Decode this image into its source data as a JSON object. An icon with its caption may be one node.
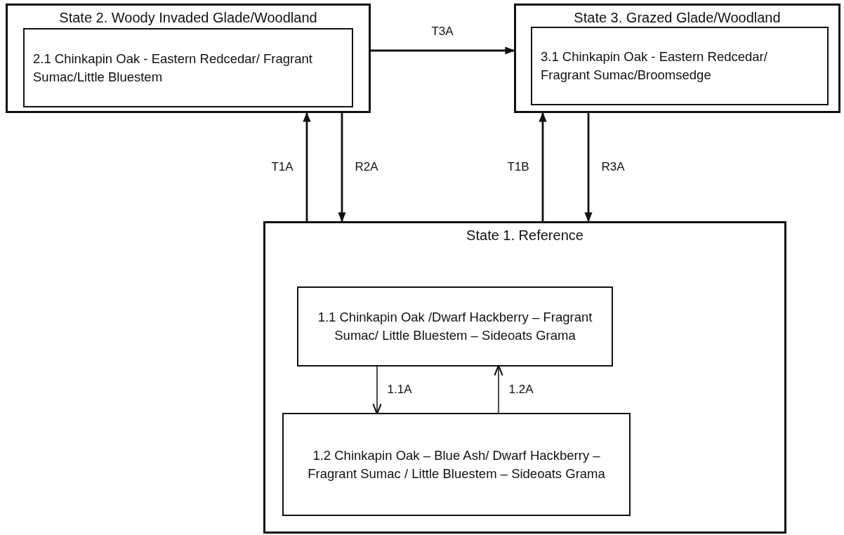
{
  "diagram": {
    "nodes": [
      {
        "text": [
          "State 2. Woody Invaded Glade/Woodland"
        ]
      },
      {
        "text": [
          "2.1 Chinkapin Oak - Eastern Redcedar/ Fragrant Sumac/Little Bluestem"
        ],
        "in": 0
      },
      {
        "text": [
          "State 3. Grazed Glade/Woodland"
        ]
      },
      {
        "text": [
          "3.1 Chinkapin Oak - Eastern Redcedar/ Fragrant Sumac/Broomsedge"
        ],
        "in": 2
      },
      {
        "text": [
          "State 1. Reference"
        ]
      },
      {
        "text": [
          "1.1 Chinkapin Oak /Dwarf Hackberry – Fragrant Sumac/ Little Bluestem – Sideoats Grama"
        ],
        "in": 4
      },
      {
        "text": [
          "1.2 Chinkapin Oak – Blue Ash/ Dwarf Hackberry – Fragrant Sumac / Little Bluestem – Sideoats Grama"
        ],
        "in": 4
      }
    ],
    "edges": [
      {
        "from": 0,
        "to": 2,
        "arrow": "to",
        "label": "T3A"
      },
      {
        "from": 4,
        "to": 0,
        "arrow": "to",
        "label": "T1A"
      },
      {
        "from": 0,
        "to": 4,
        "arrow": "to",
        "label": "R2A"
      },
      {
        "from": 4,
        "to": 2,
        "arrow": "to",
        "label": "T1B"
      },
      {
        "from": 2,
        "to": 4,
        "arrow": "to",
        "label": "R3A"
      },
      {
        "from": 5,
        "to": 6,
        "arrow": "to",
        "label": "1.1A"
      },
      {
        "from": 6,
        "to": 5,
        "arrow": "to",
        "label": "1.2A"
      }
    ]
  }
}
